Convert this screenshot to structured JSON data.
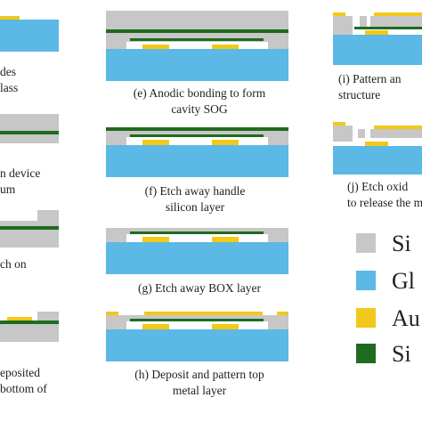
{
  "colors": {
    "silicon": "#c7c7c7",
    "glass": "#5cb8e4",
    "gold": "#f2c81a",
    "oxide": "#1f6b1f",
    "cavity": "#ffffff"
  },
  "captions": {
    "a": {
      "line1": "des",
      "line2": "lass"
    },
    "b": {
      "line1": "n device",
      "line2": "um"
    },
    "c": {
      "line1": "ch on"
    },
    "d": {
      "line1": "eposited",
      "line2": "bottom of"
    },
    "e": {
      "line1": "(e)  Anodic bonding to form",
      "line2": "cavity SOG"
    },
    "f": {
      "line1": "(f)  Etch away handle",
      "line2": "silicon layer"
    },
    "g": {
      "line1": "(g)  Etch away BOX layer"
    },
    "h": {
      "line1": "(h)  Deposit and pattern top",
      "line2": "metal layer"
    },
    "i": {
      "line1": "(i)  Pattern an",
      "line2": "structure"
    },
    "j": {
      "line1": "(j)  Etch oxid",
      "line2": "to release the m"
    }
  },
  "legend": [
    {
      "label": "Si",
      "color": "#c7c7c7",
      "icon": "silicon-swatch"
    },
    {
      "label": "Gl",
      "color": "#5cb8e4",
      "icon": "glass-swatch"
    },
    {
      "label": "Au",
      "color": "#f2c81a",
      "icon": "gold-swatch"
    },
    {
      "label": "Si",
      "color": "#1f6b1f",
      "icon": "oxide-swatch"
    }
  ]
}
